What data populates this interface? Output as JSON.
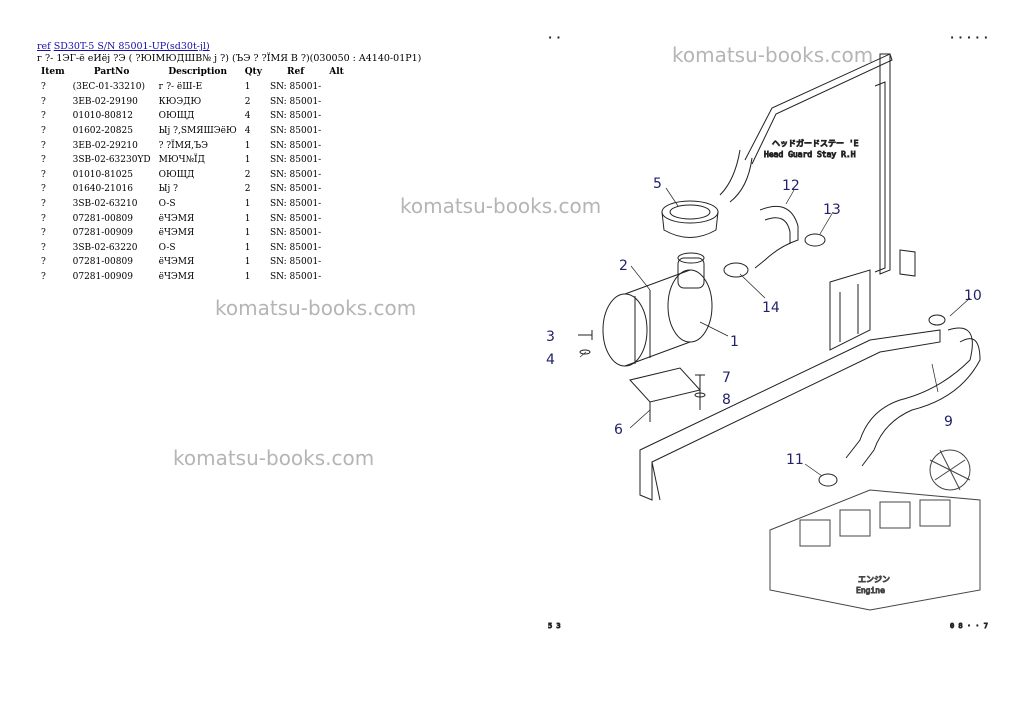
{
  "header": {
    "ref_link": "ref",
    "model_link": "SD30T-5 S/N 85001-UP(sd30t-jl)",
    "subtitle": "г ?- 1ЭГ-ё еИёj ?Э ( ?ЮIМЮДШВ№ j ?) (ЪЭ ? ?ЇМЯ В ?)(030050 : A4140-01P1)"
  },
  "table": {
    "headers": {
      "item": "Item",
      "partno": "PartNo",
      "desc": "Description",
      "qty": "Qty",
      "ref": "Ref",
      "alt": "Alt"
    },
    "rows": [
      {
        "item": "?",
        "partno": "(3EC-01-33210)",
        "desc": "г ?- ёШ-Е",
        "qty": "1",
        "ref": "SN: 85001-"
      },
      {
        "item": "?",
        "partno": "3EB-02-29190",
        "desc": "КЮЭДЮ",
        "qty": "2",
        "ref": "SN: 85001-"
      },
      {
        "item": "?",
        "partno": "01010-80812",
        "desc": "ОЮЩД",
        "qty": "4",
        "ref": "SN: 85001-"
      },
      {
        "item": "?",
        "partno": "01602-20825",
        "desc": "Ыj ?,SМЯШЭёЮ",
        "qty": "4",
        "ref": "SN: 85001-"
      },
      {
        "item": "?",
        "partno": "3EB-02-29210",
        "desc": "? ?ЇМЯ,ЪЭ",
        "qty": "1",
        "ref": "SN: 85001-"
      },
      {
        "item": "?",
        "partno": "3SB-02-63230YD",
        "desc": "МЮЧ№ЇД",
        "qty": "1",
        "ref": "SN: 85001-"
      },
      {
        "item": "?",
        "partno": "01010-81025",
        "desc": "ОЮЩД",
        "qty": "2",
        "ref": "SN: 85001-"
      },
      {
        "item": "?",
        "partno": "01640-21016",
        "desc": "Ыj ?",
        "qty": "2",
        "ref": "SN: 85001-"
      },
      {
        "item": "?",
        "partno": "3SB-02-63210",
        "desc": "O-S",
        "qty": "1",
        "ref": "SN: 85001-"
      },
      {
        "item": "?",
        "partno": "07281-00809",
        "desc": "ёЧЭМЯ",
        "qty": "1",
        "ref": "SN: 85001-"
      },
      {
        "item": "?",
        "partno": "07281-00909",
        "desc": "ёЧЭМЯ",
        "qty": "1",
        "ref": "SN: 85001-"
      },
      {
        "item": "?",
        "partno": "3SB-02-63220",
        "desc": "O-S",
        "qty": "1",
        "ref": "SN: 85001-"
      },
      {
        "item": "?",
        "partno": "07281-00809",
        "desc": "ёЧЭМЯ",
        "qty": "1",
        "ref": "SN: 85001-"
      },
      {
        "item": "?",
        "partno": "07281-00909",
        "desc": "ёЧЭМЯ",
        "qty": "1",
        "ref": "SN: 85001-"
      }
    ]
  },
  "watermark": "komatsu-books.com",
  "diagram": {
    "callouts": [
      "1",
      "2",
      "3",
      "4",
      "5",
      "6",
      "7",
      "8",
      "9",
      "10",
      "11",
      "12",
      "13",
      "14"
    ],
    "head_guard_jp": "ヘッドガードステー 'E",
    "head_guard_en": "Head Guard Stay R.H",
    "engine_jp": "エンジン",
    "engine_en": "Engine",
    "corner_tl": "· ·",
    "corner_tr": "· · · · ·",
    "corner_bl": "5 3",
    "corner_br": "0 8 · · 7"
  },
  "colors": {
    "link": "#1a0dab",
    "watermark": "#b5b5b5",
    "callout": "#22226a"
  }
}
